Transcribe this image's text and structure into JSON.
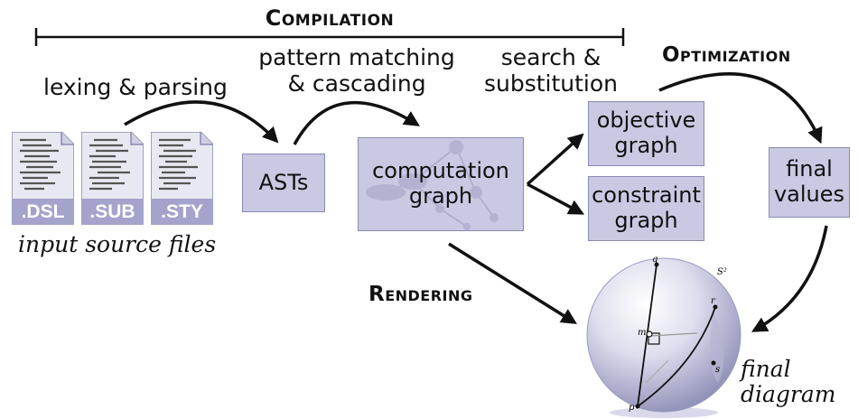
{
  "stages": {
    "compilation": "Compilation",
    "optimization": "Optimization",
    "rendering": "Rendering"
  },
  "steps": {
    "lexing": "lexing & parsing",
    "pattern_l1": "pattern matching",
    "pattern_l2": "& cascading",
    "search_l1": "search &",
    "search_l2": "substitution"
  },
  "files": [
    ".DSL",
    ".SUB",
    ".STY"
  ],
  "files_caption": "input source files",
  "nodes": {
    "asts": "ASTs",
    "comp_l1": "computation",
    "comp_l2": "graph",
    "obj_l1": "objective",
    "obj_l2": "graph",
    "con_l1": "constraint",
    "con_l2": "graph",
    "final_l1": "final",
    "final_l2": "values"
  },
  "diagram": {
    "caption_l1": "final",
    "caption_l2": "diagram",
    "points": {
      "q": "q",
      "r": "r",
      "m": "m",
      "s": "s",
      "p": "p",
      "space": "S²"
    }
  },
  "colors": {
    "box_fill": "#c9c9e3",
    "box_border": "#8a8ab2",
    "file_band": "#a3a3cc"
  }
}
